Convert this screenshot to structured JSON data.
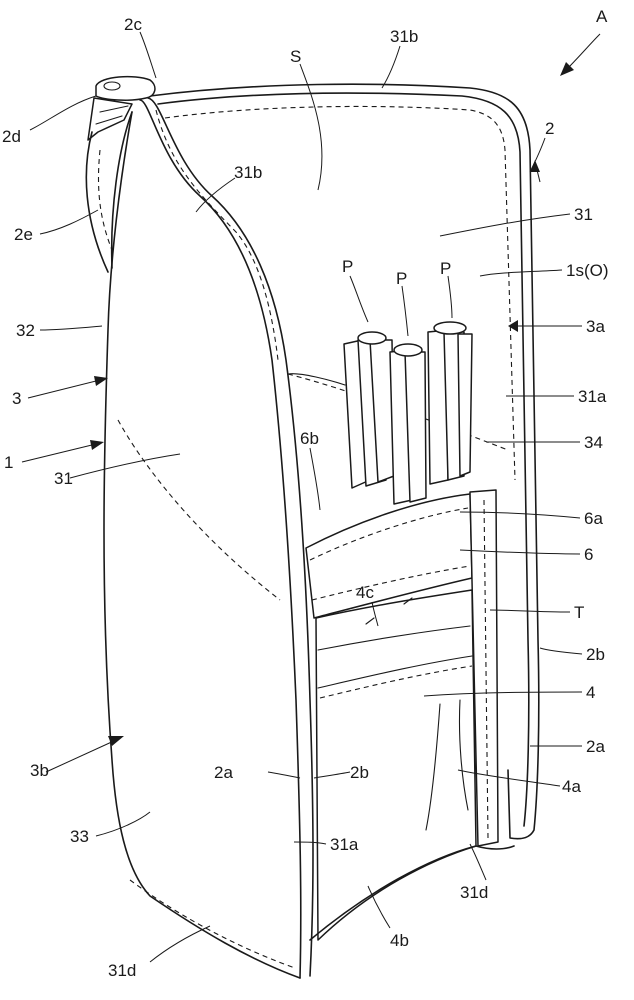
{
  "figure_letter": "A",
  "labels": {
    "2c": "2c",
    "31b_top": "31b",
    "S": "S",
    "2d": "2d",
    "2_main": "2",
    "31b_mid": "31b",
    "31_top": "31",
    "2e": "2e",
    "P1": "P",
    "P2": "P",
    "P3": "P",
    "1s_O": "1s(O)",
    "32": "32",
    "3a": "3a",
    "3": "3",
    "31a_right": "31a",
    "6b": "6b",
    "34": "34",
    "1": "1",
    "31_left": "31",
    "6a": "6a",
    "6": "6",
    "4c": "4c",
    "T": "T",
    "2b_right": "2b",
    "4": "4",
    "2a_right": "2a",
    "3b": "3b",
    "2a_mid": "2a",
    "2b_mid": "2b",
    "4a": "4a",
    "33": "33",
    "31a_mid": "31a",
    "31d_right": "31d",
    "4b": "4b",
    "31d_left": "31d"
  }
}
